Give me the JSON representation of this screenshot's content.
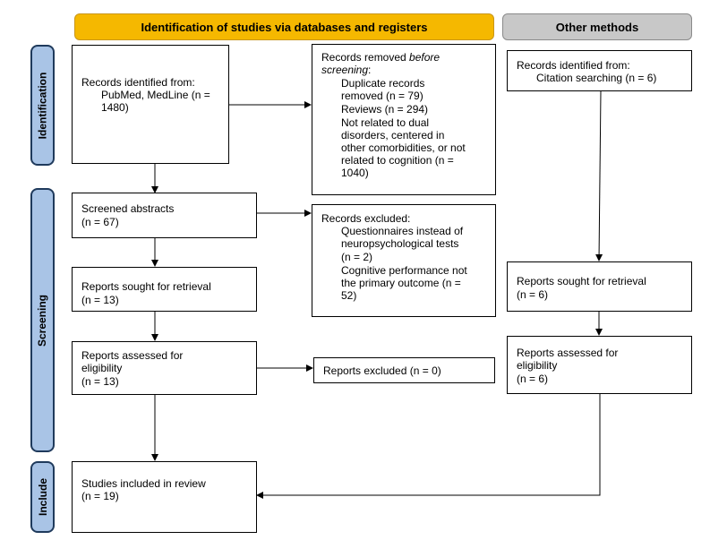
{
  "headers": {
    "main": "Identification of studies via databases and registers",
    "other": "Other methods"
  },
  "phases": {
    "identification": "Identification",
    "screening": "Screening",
    "include": "Include"
  },
  "boxes": {
    "records_identified": {
      "line1": "Records identified from:",
      "line2": "PubMed, MedLine (n =",
      "line3": "1480)"
    },
    "records_removed": {
      "line1": "Records removed ",
      "line1_italic": "before",
      "line2_italic": "screening",
      "line2_suffix": ":",
      "item1_line1": "Duplicate records",
      "item1_line2": "removed  (n = 79)",
      "item2": "Reviews (n = 294)",
      "item3_line1": "Not related to dual",
      "item3_line2": "disorders, centered in",
      "item3_line3": "other comorbidities, or not",
      "item3_line4": "related to cognition (n =",
      "item3_line5": "1040)"
    },
    "other_records_identified": {
      "line1": "Records identified from:",
      "line2": "Citation searching (n = 6)"
    },
    "screened": {
      "line1": "Screened abstracts",
      "line2": "(n = 67)"
    },
    "records_excluded": {
      "line1": "Records excluded:",
      "item1_line1": "Questionnaires instead of",
      "item1_line2": "neuropsychological tests",
      "item1_line3": "(n = 2)",
      "item2_line1": "Cognitive performance not",
      "item2_line2": "the primary outcome (n =",
      "item2_line3": "52)"
    },
    "sought": {
      "line1": "Reports sought for retrieval",
      "line2": "(n = 13)"
    },
    "other_sought": {
      "line1": "Reports sought for retrieval",
      "line2": "(n = 6)"
    },
    "assessed": {
      "line1": "Reports assessed for",
      "line2": "eligibility",
      "line3": "(n = 13)"
    },
    "reports_excluded": {
      "line1": "Reports excluded (n = 0)"
    },
    "other_assessed": {
      "line1": "Reports assessed for",
      "line2": "eligibility",
      "line3": "(n = 6)"
    },
    "included": {
      "line1": "Studies included in review",
      "line2": "(n = 19)"
    }
  },
  "colors": {
    "main_header": "#f5b800",
    "other_header": "#c8c8c8",
    "phase_fill": "#a9c4e6",
    "phase_border": "#1f3a5c"
  }
}
